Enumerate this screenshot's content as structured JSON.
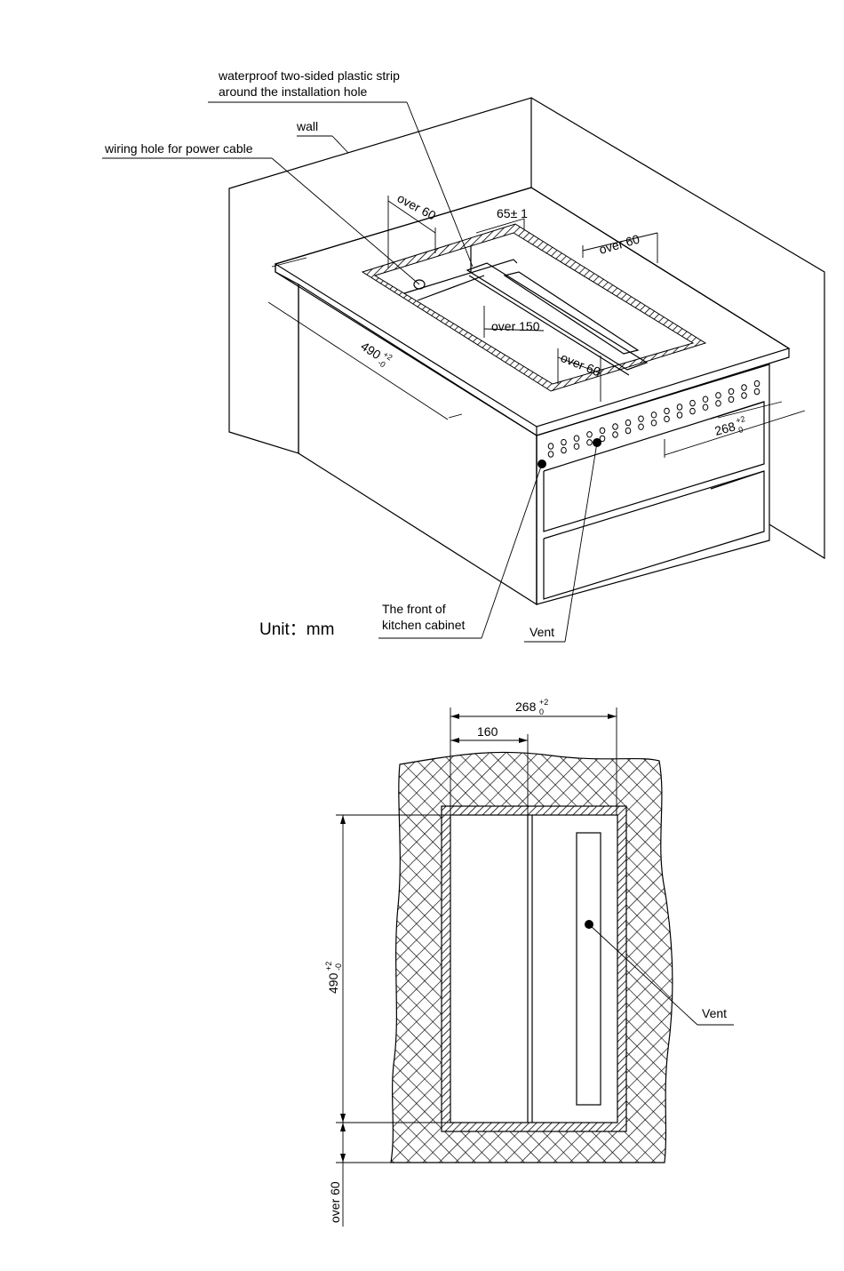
{
  "top_view": {
    "labels": {
      "strip_line1": "waterproof two-sided plastic strip",
      "strip_line2": "around the installation hole",
      "wall": "wall",
      "wiring_hole": "wiring hole for power cable",
      "front_line1": "The front of",
      "front_line2": "kitchen cabinet",
      "vent": "Vent",
      "unit": "Unit：mm"
    },
    "dims": {
      "over60_left": "over 60",
      "over60_right": "over 60",
      "over60_front": "over 60",
      "gap": "65± 1",
      "over150": "over 150",
      "depth_main": "490",
      "depth_sup": "+2",
      "depth_sub": "-0",
      "width_main": "268",
      "width_sup": "+2",
      "width_sub": "0"
    }
  },
  "plan_view": {
    "dims": {
      "width_main": "268",
      "width_sup": "+2",
      "width_sub": "0",
      "inner": "160",
      "depth_main": "490",
      "depth_sup": "+2",
      "depth_sub": "-0",
      "over60": "over 60"
    },
    "labels": {
      "vent": "Vent"
    }
  }
}
